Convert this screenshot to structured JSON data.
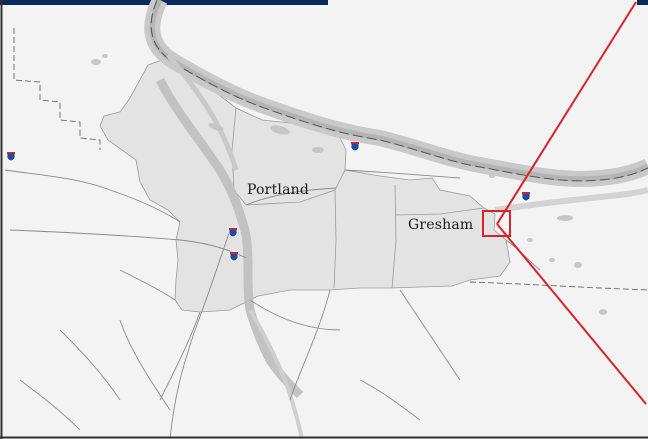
{
  "map": {
    "labels": {
      "portland": "Portland",
      "gresham": "Gresham"
    },
    "interstate_shields": [
      {
        "name": "interstate-shield-west"
      },
      {
        "name": "interstate-shield-north"
      },
      {
        "name": "interstate-shield-east"
      },
      {
        "name": "interstate-shield-central-north"
      },
      {
        "name": "interstate-shield-central-south"
      }
    ],
    "colors": {
      "background": "#f3f3f3",
      "city_fill": "#e4e4e4",
      "river": "#c8c8c8",
      "highlight": "#d9222a",
      "header_bar": "#0b2a5c"
    }
  }
}
